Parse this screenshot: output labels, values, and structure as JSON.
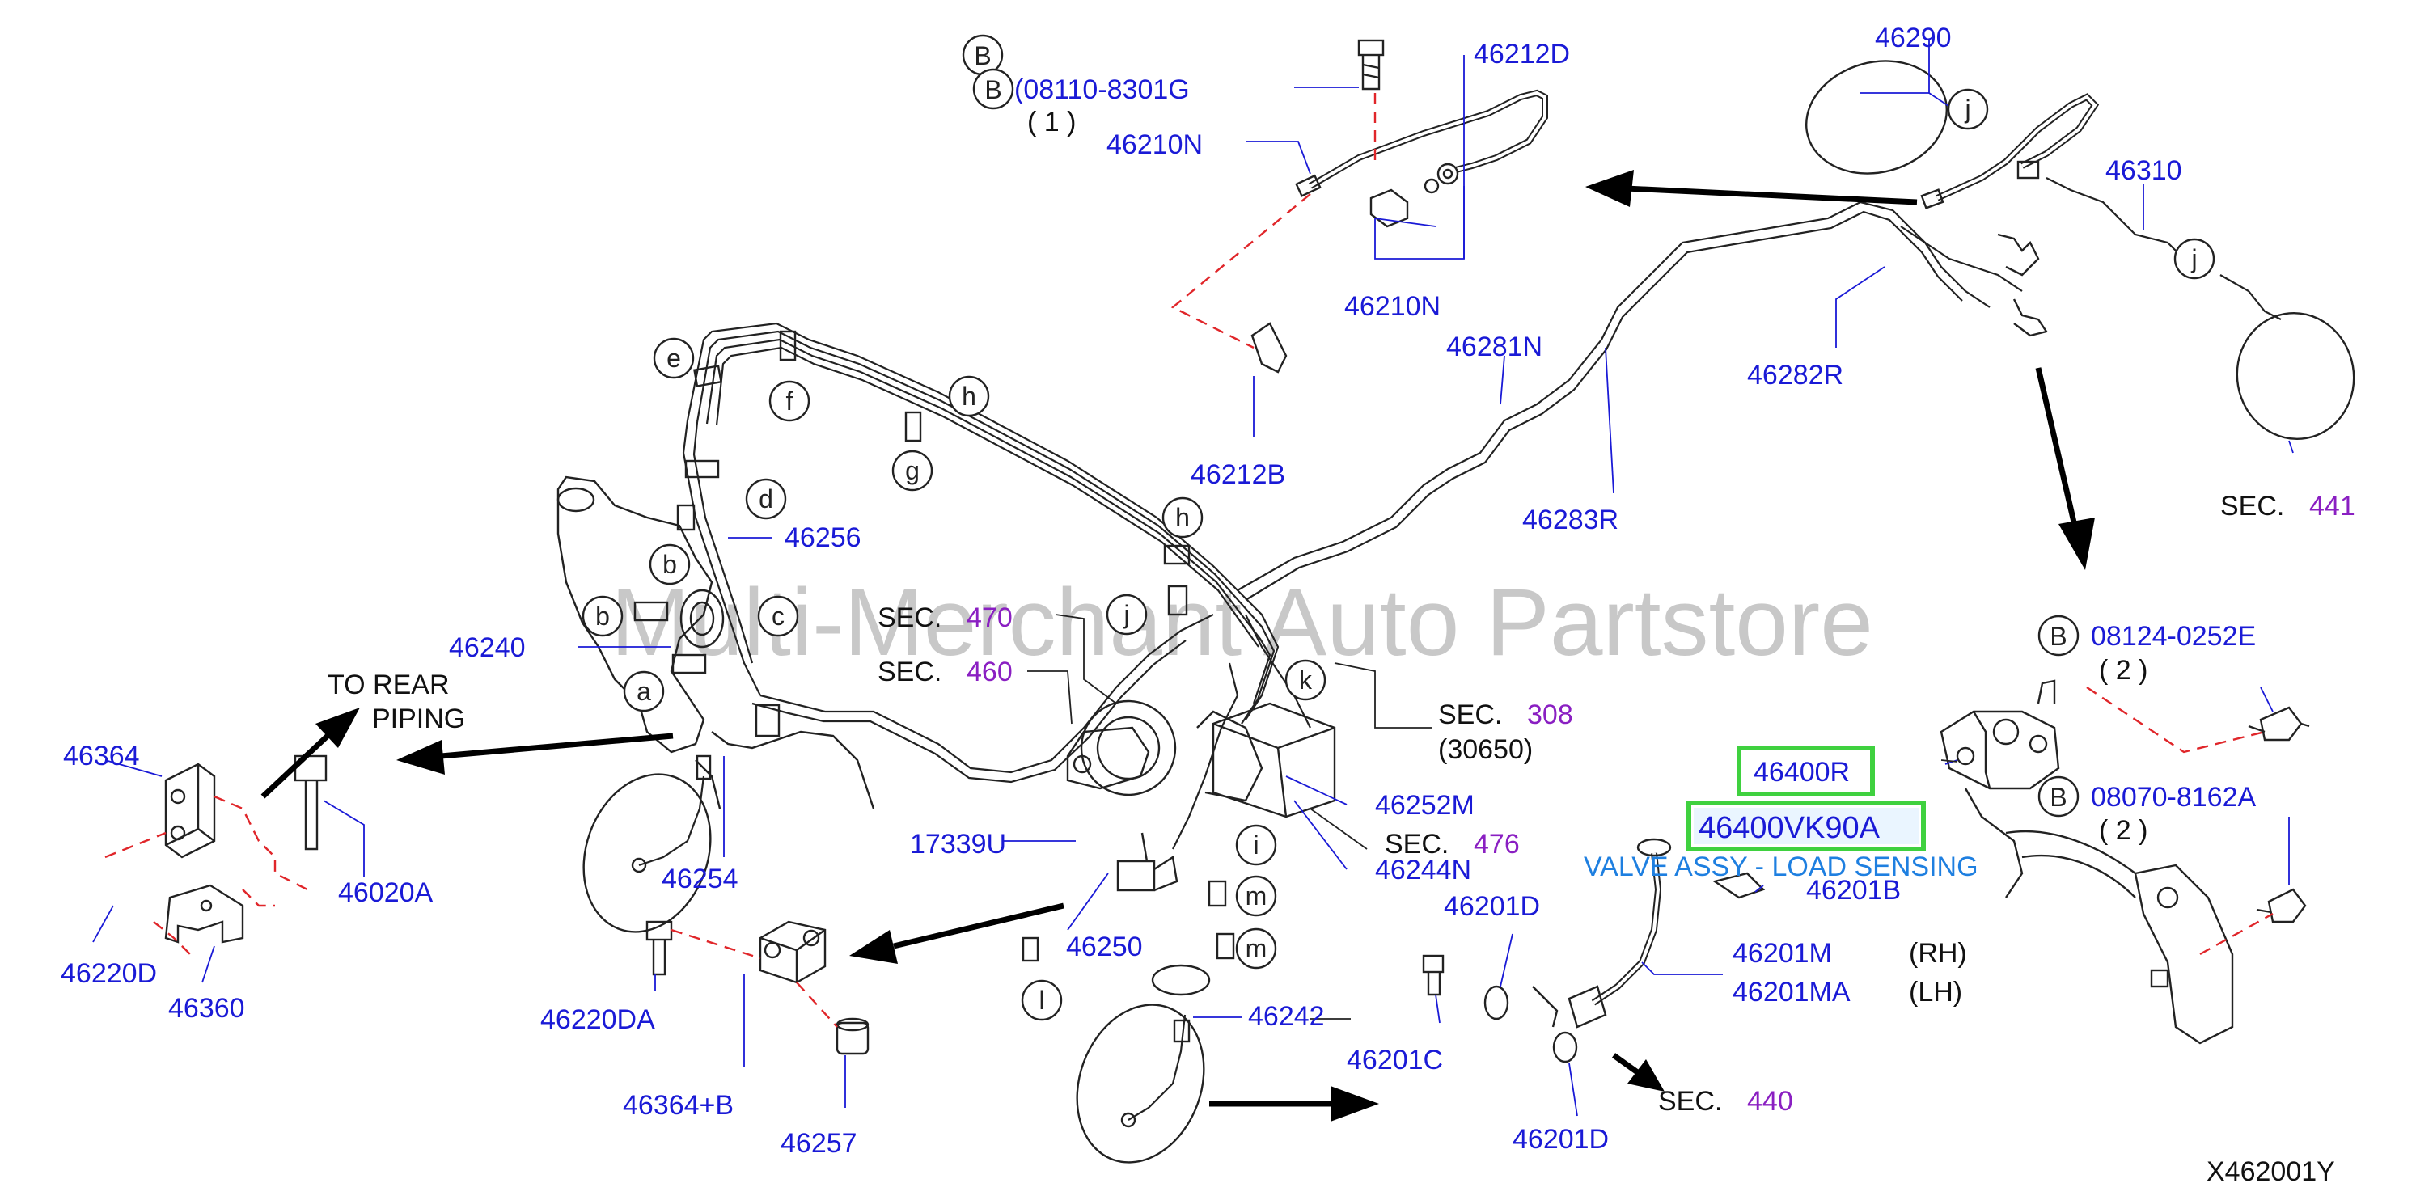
{
  "labels": {
    "l_46290": "46290",
    "l_46212D": "46212D",
    "l_08110": "(08110-8301G",
    "l_qty1": "(  1  )",
    "l_46210N_top": "46210N",
    "l_46210N_bot": "46210N",
    "l_46310": "46310",
    "l_46281N": "46281N",
    "l_46282R": "46282R",
    "l_46212B": "46212B",
    "l_46283R": "46283R",
    "l_46256": "46256",
    "l_46240": "46240",
    "l_46364": "46364",
    "l_46020A": "46020A",
    "l_46220D": "46220D",
    "l_46360": "46360",
    "l_46254": "46254",
    "l_17339U": "17339U",
    "l_46252M": "46252M",
    "l_46244N": "46244N",
    "l_46250": "46250",
    "l_46220DA": "46220DA",
    "l_46364B": "46364+B",
    "l_46257": "46257",
    "l_46242": "46242",
    "l_46201C": "46201C",
    "l_46201D_top": "46201D",
    "l_46201D_bot": "46201D",
    "l_46201M": "46201M",
    "l_46201MA": "46201MA",
    "l_rh": "(RH)",
    "l_lh": "(LH)",
    "l_46201B": "46201B",
    "l_46400R": "46400R",
    "l_46400VK90A": "46400VK90A",
    "l_valve": "VALVE ASSY - LOAD SENSING",
    "l_08124": "08124-0252E",
    "l_qty2a": "(  2  )",
    "l_08070": "08070-8162A",
    "l_qty2b": "(  2  )",
    "l_sec": "SEC.",
    "l_470": "470",
    "l_460": "460",
    "l_308": "308",
    "l_30650": "(30650)",
    "l_476": "476",
    "l_440": "440",
    "l_441": "441",
    "l_to_rear": "TO  REAR",
    "l_piping": "PIPING",
    "l_code": "X462001Y",
    "watermark": "Multi-Merchant Auto Partstore"
  },
  "callouts": {
    "a": "a",
    "b": "b",
    "c": "c",
    "d": "d",
    "e": "e",
    "f": "f",
    "g": "g",
    "h": "h",
    "i": "i",
    "j": "j",
    "k": "k",
    "l": "l",
    "m": "m",
    "B": "B"
  },
  "colors": {
    "part_number": "#1a1ad6",
    "section_number": "#8a1fc2",
    "highlight": "#3fd13f",
    "valve_label": "#1e7fe0",
    "dashed_line": "#e0262a"
  }
}
